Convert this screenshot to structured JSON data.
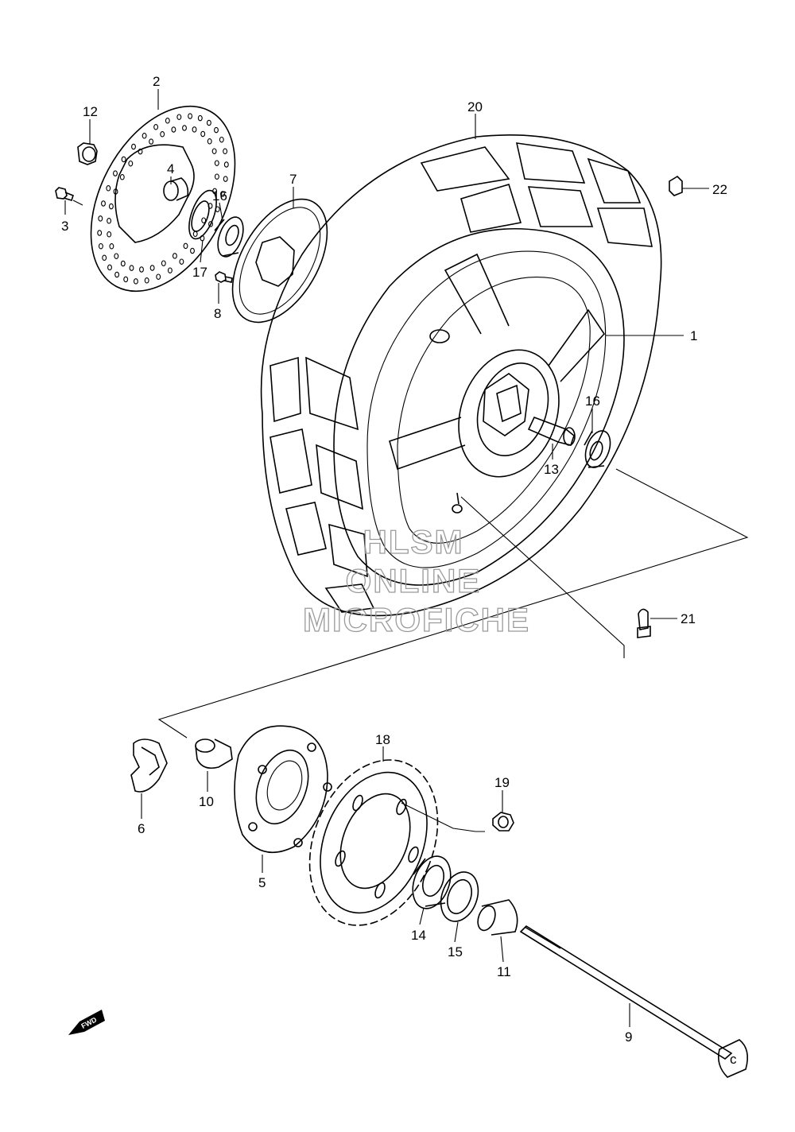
{
  "watermark": [
    "HLSM",
    "ONLINE",
    "MICROFICHE"
  ],
  "fwd_label": "FWD",
  "callouts": {
    "c1": "1",
    "c2": "2",
    "c3": "3",
    "c4": "4",
    "c5": "5",
    "c6": "6",
    "c7": "7",
    "c8": "8",
    "c9": "9",
    "c10": "10",
    "c11": "11",
    "c12": "12",
    "c13": "13",
    "c14": "14",
    "c15": "15",
    "c16a": "16",
    "c16b": "16",
    "c17": "17",
    "c18": "18",
    "c19": "19",
    "c20": "20",
    "c21": "21",
    "c22": "22"
  }
}
